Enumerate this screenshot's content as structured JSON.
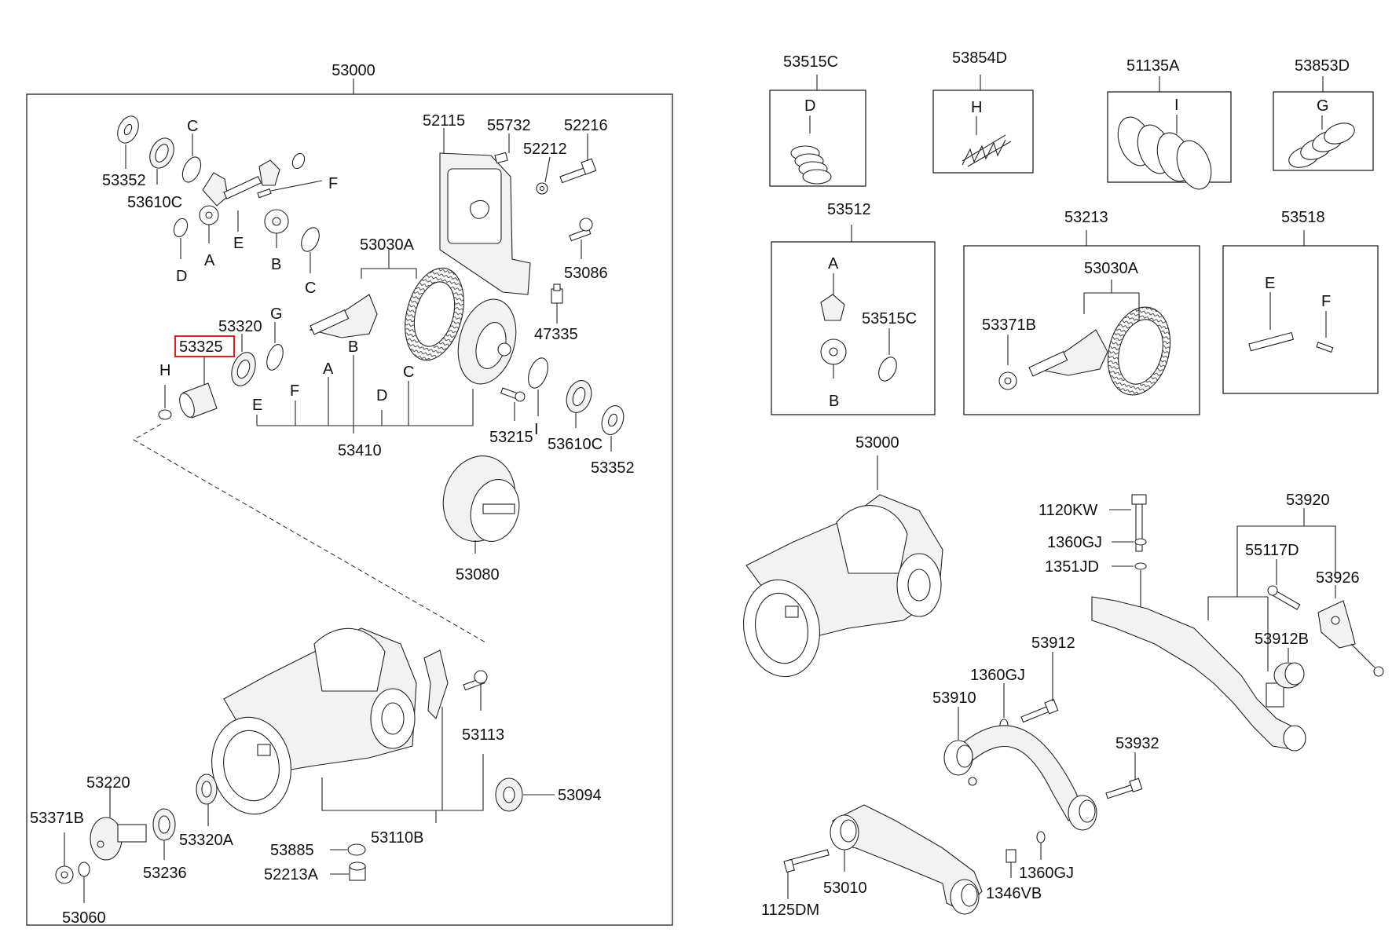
{
  "colors": {
    "line": "#222222",
    "highlight": "#e02020",
    "background": "#ffffff"
  },
  "left_panel": {
    "assembly": "53000",
    "labels": {
      "p53352_top": "53352",
      "p53610c_top": "53610C",
      "c_top": "C",
      "f_top": "F",
      "e_top": "E",
      "a_top": "A",
      "b_top": "B",
      "d_top": "D",
      "c_mid": "C",
      "p52115": "52115",
      "p55732": "55732",
      "p52216": "52216",
      "p52212": "52212",
      "p53086": "53086",
      "p53030a": "53030A",
      "p47335": "47335",
      "p53320": "53320",
      "g_mid": "G",
      "p53325": "53325",
      "h_mid": "H",
      "e_sub": "E",
      "f_sub": "F",
      "a_sub": "A",
      "b_sub": "B",
      "d_sub": "D",
      "c_sub": "C",
      "p53410": "53410",
      "p53215": "53215",
      "i_mid": "I",
      "p53610c_mid": "53610C",
      "p53352_mid": "53352",
      "p53080": "53080",
      "p53113": "53113",
      "p53220": "53220",
      "p53371b": "53371B",
      "p53320a": "53320A",
      "p53236": "53236",
      "p53060": "53060",
      "p53885": "53885",
      "p52213a": "52213A",
      "p53110b": "53110B",
      "p53094": "53094"
    },
    "highlighted_part": "53325"
  },
  "right_panel": {
    "kits": {
      "k53515c": "53515C",
      "k53515c_letter": "D",
      "k53854d": "53854D",
      "k53854d_letter": "H",
      "k51135a": "51135A",
      "k51135a_letter": "I",
      "k53853d": "53853D",
      "k53853d_letter": "G",
      "k53512": "53512",
      "k53512_a": "A",
      "k53512_b": "B",
      "k53512_c": "53515C",
      "k53213": "53213",
      "k53213_gear": "53030A",
      "k53213_nut": "53371B",
      "k53518": "53518",
      "k53518_e": "E",
      "k53518_f": "F"
    },
    "labels": {
      "p53000": "53000",
      "p1120kw": "1120KW",
      "p1360gj_a": "1360GJ",
      "p1351jd": "1351JD",
      "p53920": "53920",
      "p55117d": "55117D",
      "p53926": "53926",
      "p53912b": "53912B",
      "p53912": "53912",
      "p1360gj_b": "1360GJ",
      "p53910": "53910",
      "p53932": "53932",
      "p53010": "53010",
      "p1125dm": "1125DM",
      "p1346vb": "1346VB",
      "p1360gj_c": "1360GJ"
    }
  }
}
